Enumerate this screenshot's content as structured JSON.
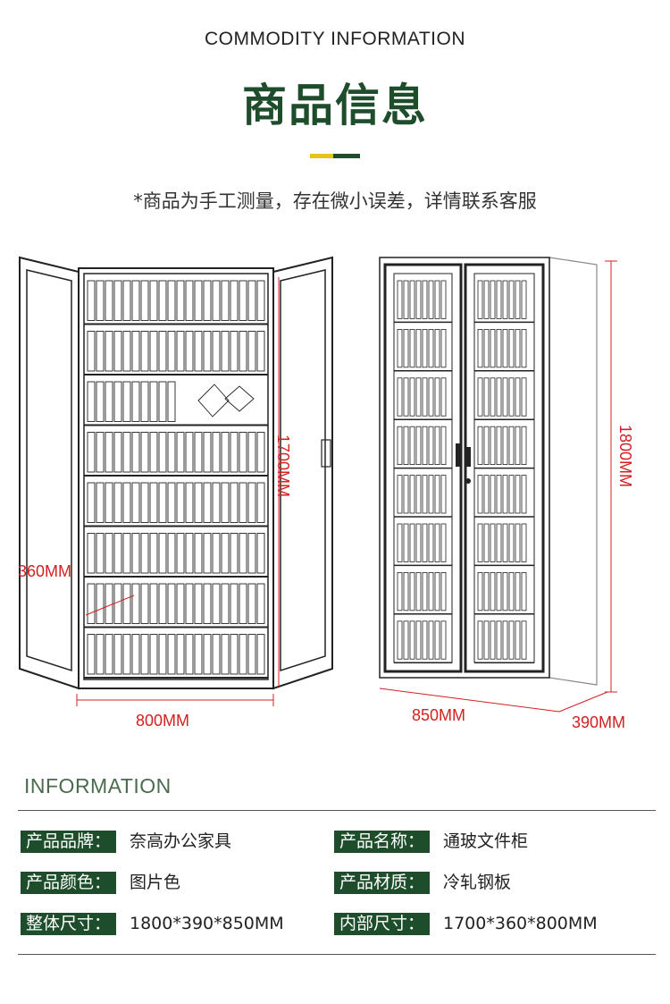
{
  "header": {
    "en_title": "COMMODITY INFORMATION",
    "cn_title": "商品信息",
    "subtitle": "*商品为手工测量，存在微小误差，详情联系客服"
  },
  "colors": {
    "brand_green": "#1e4d2b",
    "accent_yellow": "#e6c21a",
    "dimension_red": "#d42020",
    "info_heading": "#4b6b50"
  },
  "dimensions": {
    "inner_height": "1700MM",
    "inner_depth": "360MM",
    "inner_width": "800MM",
    "outer_height": "1800MM",
    "outer_width": "850MM",
    "outer_depth": "390MM"
  },
  "info": {
    "heading": "INFORMATION",
    "rows": [
      [
        {
          "label": "产品品牌：",
          "value": "奈高办公家具"
        },
        {
          "label": "产品名称：",
          "value": "通玻文件柜"
        }
      ],
      [
        {
          "label": "产品颜色：",
          "value": "图片色"
        },
        {
          "label": "产品材质：",
          "value": "冷轧钢板"
        }
      ],
      [
        {
          "label": "整体尺寸：",
          "value": "1800*390*850MM"
        },
        {
          "label": "内部尺寸：",
          "value": "1700*360*800MM"
        }
      ]
    ]
  }
}
